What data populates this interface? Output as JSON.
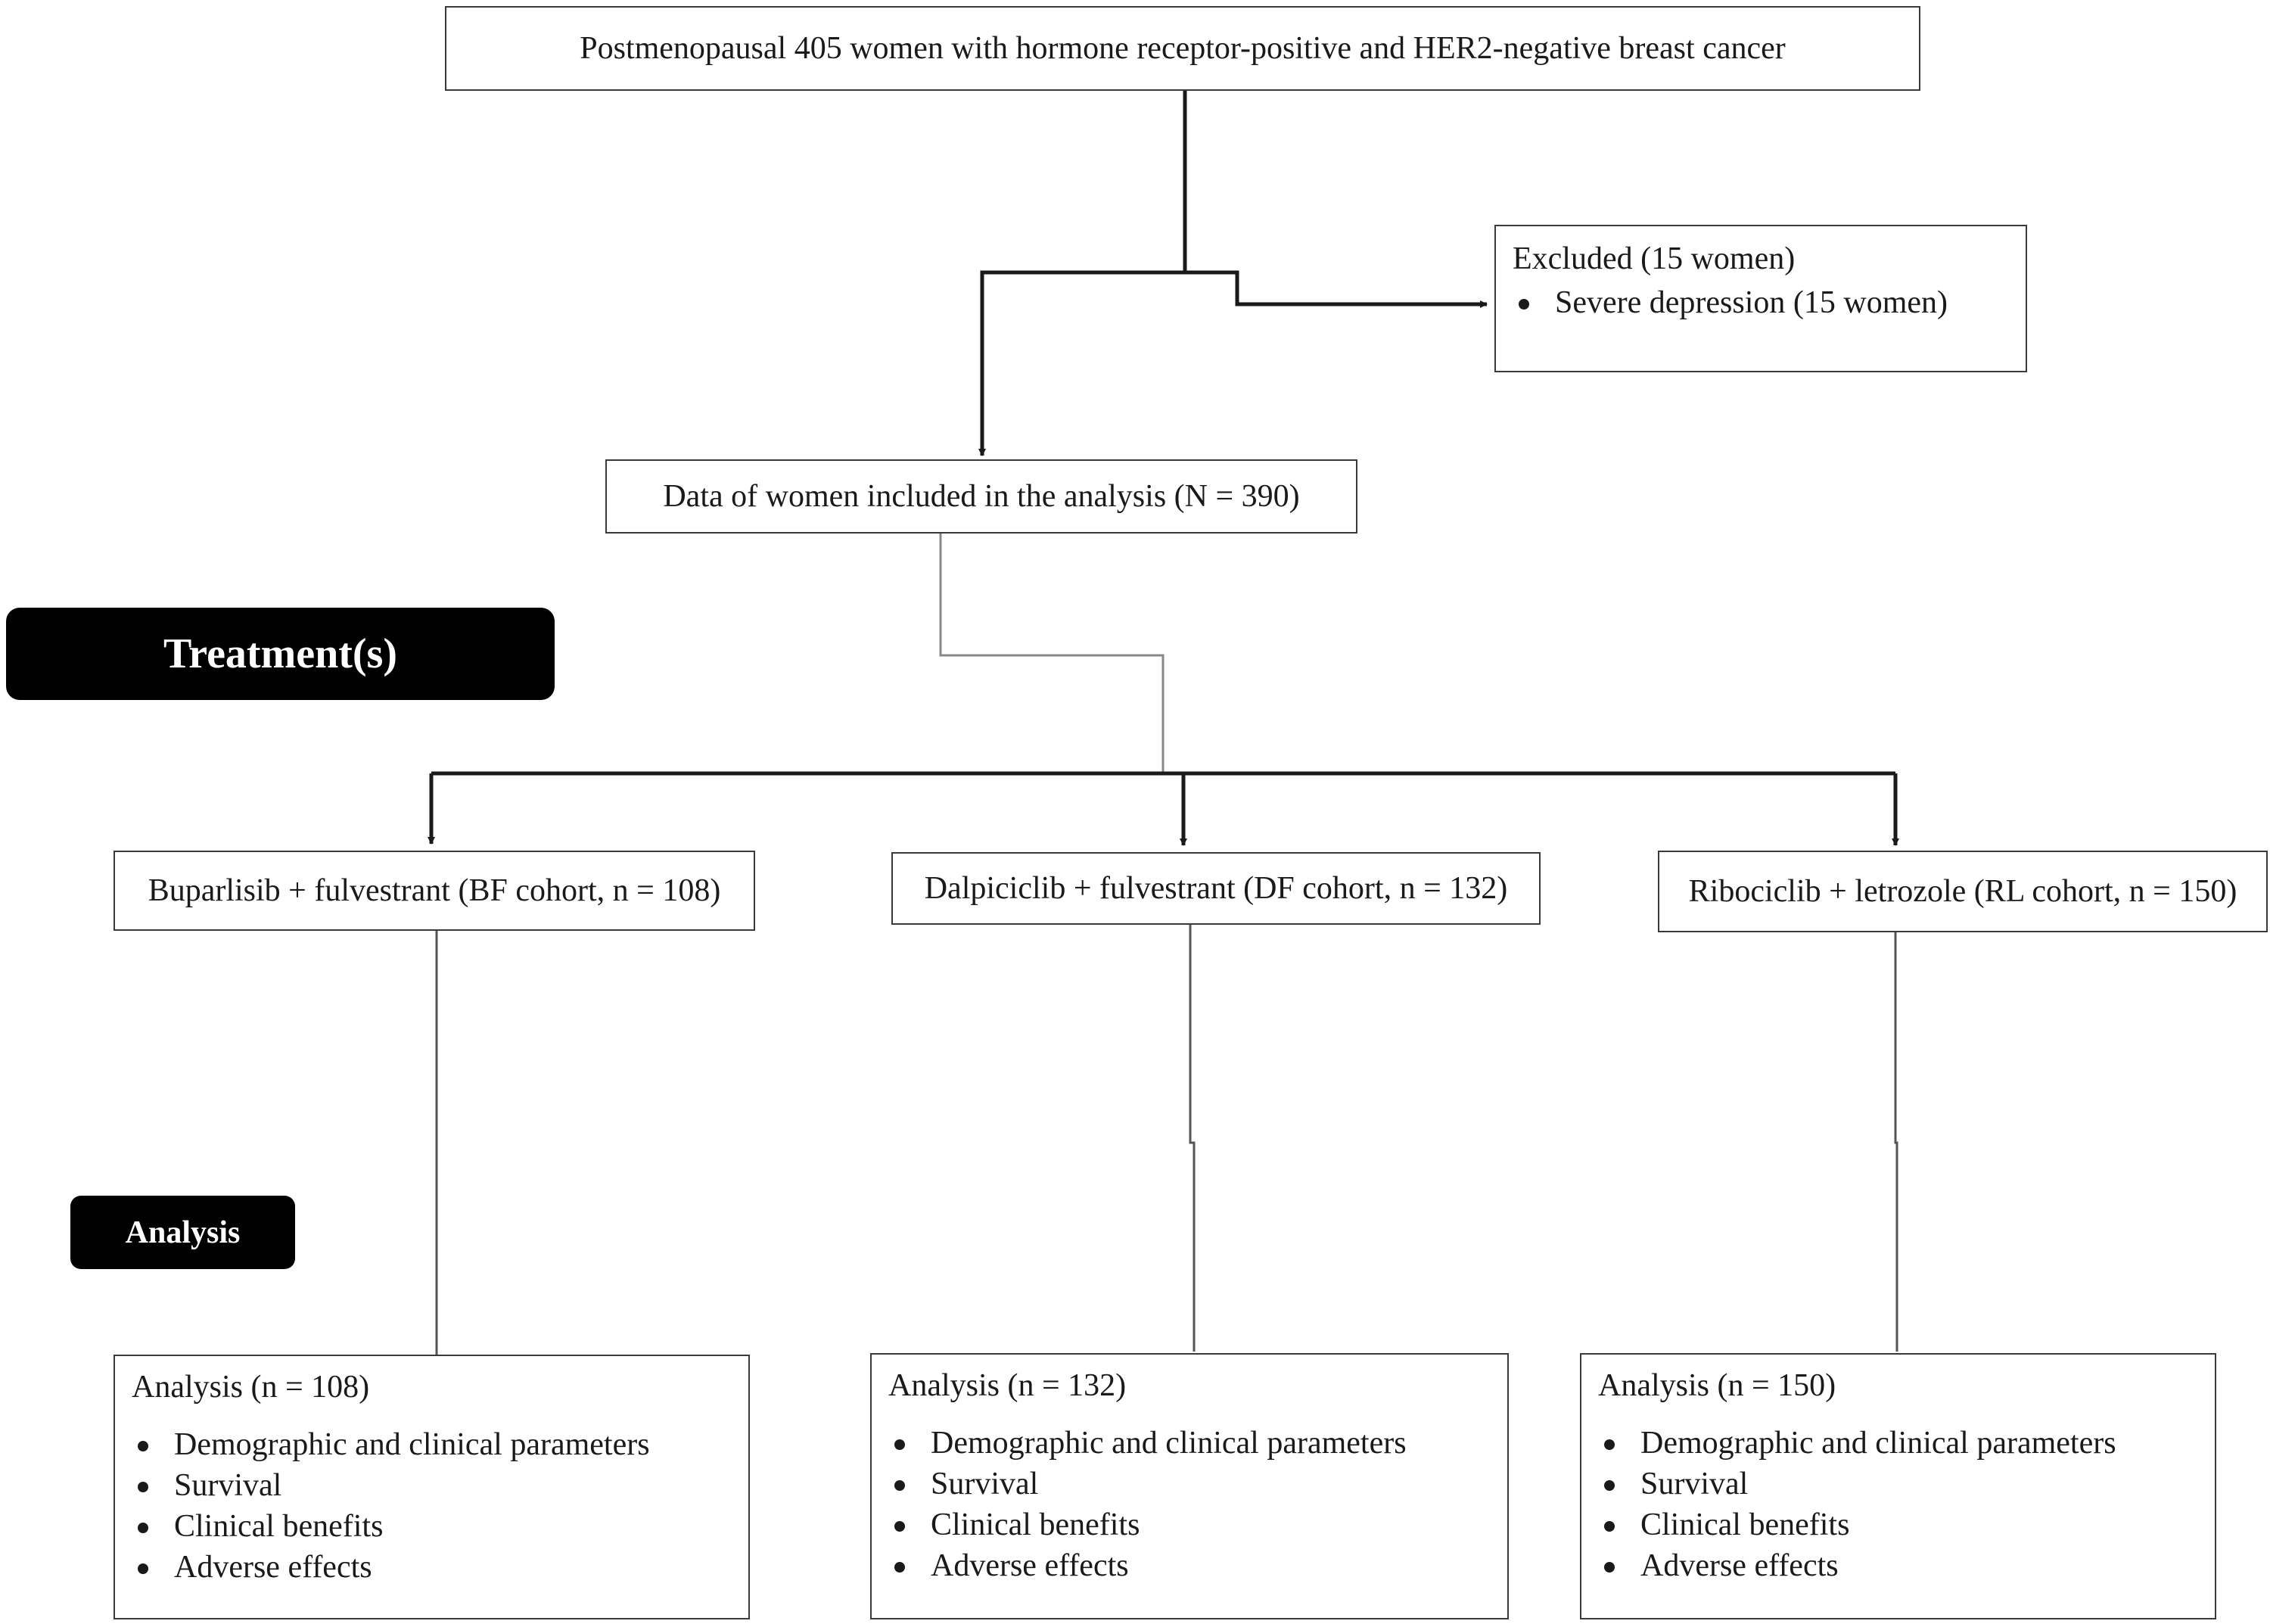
{
  "top_box": {
    "text": "Postmenopausal 405 women with hormone receptor-positive and HER2-negative breast cancer"
  },
  "excluded_box": {
    "title": "Excluded (15 women)",
    "items": [
      "Severe depression (15 women)"
    ]
  },
  "included_box": {
    "text": "Data of women included in the analysis (N = 390)"
  },
  "section_labels": {
    "treatment": "Treatment(s)",
    "analysis": "Analysis"
  },
  "cohorts": [
    {
      "label": "Buparlisib + fulvestrant (BF cohort, n = 108)"
    },
    {
      "label": "Dalpiciclib + fulvestrant (DF cohort, n = 132)"
    },
    {
      "label": "Ribociclib + letrozole (RL cohort, n = 150)"
    }
  ],
  "analysis_boxes": [
    {
      "title": "Analysis (n = 108)",
      "items": [
        "Demographic and clinical parameters",
        "Survival",
        "Clinical benefits",
        "Adverse effects"
      ]
    },
    {
      "title": "Analysis (n = 132)",
      "items": [
        "Demographic and clinical parameters",
        "Survival",
        "Clinical benefits",
        "Adverse effects"
      ]
    },
    {
      "title": "Analysis (n = 150)",
      "items": [
        "Demographic and clinical parameters",
        "Survival",
        "Clinical benefits",
        "Adverse effects"
      ]
    }
  ]
}
